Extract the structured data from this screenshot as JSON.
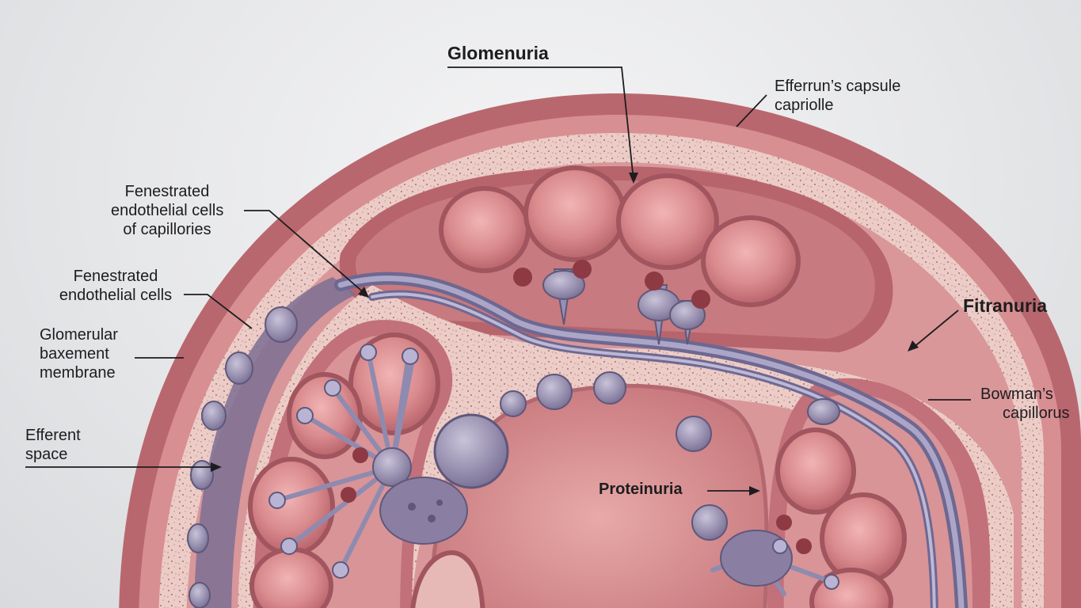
{
  "labels": {
    "glomenuria": "Glomenuria",
    "efferrun_capsule": [
      "Efferrun’s capsule",
      "capriolle"
    ],
    "fenestrated_capillaries": [
      "Fenestrated",
      "endothelial cells",
      "of capillories"
    ],
    "fenestrated_cells": [
      "Fenestrated",
      "endothelial cells"
    ],
    "glomerular_membrane": [
      "Glomerular",
      "baxement",
      "membrane"
    ],
    "efferent_space": [
      "Efferent",
      "space"
    ],
    "fitranuria": "Fitranuria",
    "bowmans_capillorus": [
      "Bowman’s",
      "capillorus"
    ],
    "proteinuria": "Proteinuria"
  },
  "colors": {
    "outer_capsule": "#b8656c",
    "speckled_layer": "#e8c4c0",
    "cell_body": "#c46a72",
    "lumen": "#d9969a",
    "podocyte": "#8f8fb4",
    "leader_line": "#1d1d1f"
  }
}
